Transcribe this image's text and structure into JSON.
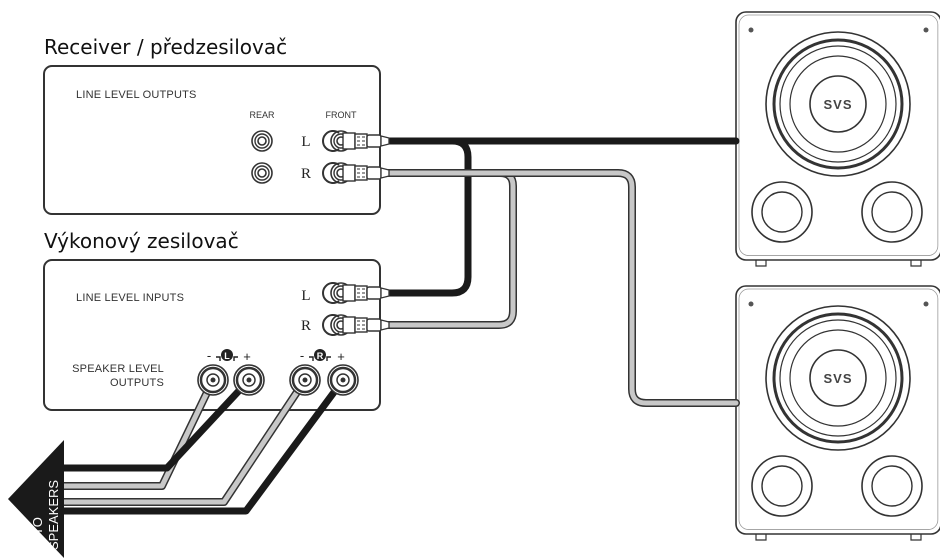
{
  "receiver": {
    "title": "Receiver / předzesilovač",
    "outputs_label": "LINE LEVEL OUTPUTS",
    "rear_label": "REAR",
    "front_label": "FRONT",
    "left": "L",
    "right": "R"
  },
  "amplifier": {
    "title": "Výkonový zesilovač",
    "inputs_label": "LINE LEVEL INPUTS",
    "speaker_label_line1": "SPEAKER LEVEL",
    "speaker_label_line2": "OUTPUTS",
    "left": "L",
    "right": "R",
    "minus": "-",
    "plus": "+",
    "ch_left": "L",
    "ch_right": "R"
  },
  "arrow": {
    "line1": "TO",
    "line2": "SPEAKERS"
  },
  "subwoofer": {
    "logo": "SVS"
  },
  "colors": {
    "dark_cable": "#1a1a1a",
    "light_cable": "#c8c8c8",
    "outline": "#333333"
  }
}
